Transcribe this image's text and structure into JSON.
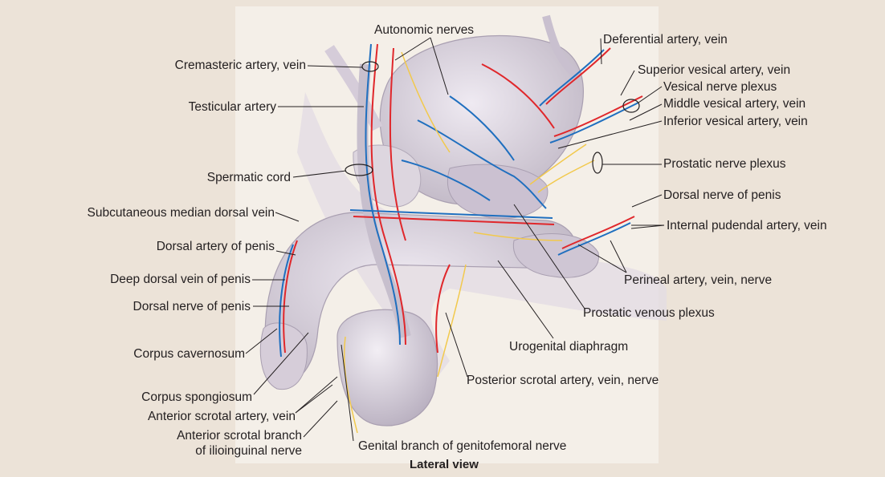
{
  "colors": {
    "background": "#ece3d8",
    "panel": "#f4efe8",
    "tissue": "#d9d3dc",
    "artery": "#e0272b",
    "vein": "#1f6fbf",
    "nerve": "#f2c94c",
    "leader": "#231f20"
  },
  "labels": {
    "autonomic_nerves": "Autonomic nerves",
    "deferential": "Deferential artery, vein",
    "cremasteric": "Cremasteric artery, vein",
    "superior_vesical": "Superior vesical artery, vein",
    "vesical_plexus": "Vesical nerve plexus",
    "testicular_artery": "Testicular artery",
    "middle_vesical": "Middle vesical artery, vein",
    "inferior_vesical": "Inferior vesical artery, vein",
    "prostatic_nerve_plexus": "Prostatic nerve plexus",
    "spermatic_cord": "Spermatic cord",
    "dorsal_nerve_penis_right": "Dorsal nerve of penis",
    "subcutaneous_vein": "Subcutaneous median dorsal vein",
    "internal_pudendal": "Internal pudendal artery, vein",
    "dorsal_artery": "Dorsal artery of penis",
    "deep_dorsal_vein": "Deep dorsal vein of penis",
    "perineal": "Perineal artery, vein, nerve",
    "dorsal_nerve_penis_left": "Dorsal nerve of penis",
    "prostatic_venous_plexus": "Prostatic venous plexus",
    "urogenital_diaphragm": "Urogenital diaphragm",
    "corpus_cavernosum": "Corpus cavernosum",
    "posterior_scrotal": "Posterior scrotal artery, vein, nerve",
    "corpus_spongiosum": "Corpus spongiosum",
    "anterior_scrotal": "Anterior scrotal artery, vein",
    "anterior_scrotal_branch_1": "Anterior scrotal branch",
    "anterior_scrotal_branch_2": "of ilioinguinal nerve",
    "genital_branch": "Genital branch of genitofemoral nerve",
    "caption": "Lateral view"
  }
}
